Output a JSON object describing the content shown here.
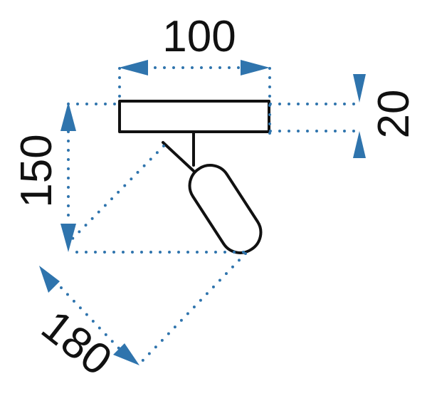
{
  "diagram": {
    "dimensions": {
      "width": "100",
      "height": "20",
      "drop": "150",
      "length": "180"
    },
    "colors": {
      "outline": "#111111",
      "dimension_line": "#2f74ad"
    }
  }
}
